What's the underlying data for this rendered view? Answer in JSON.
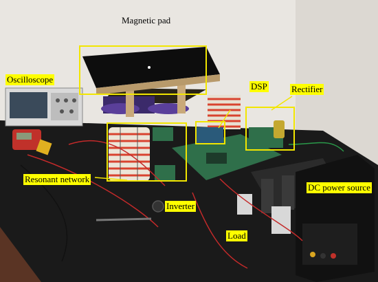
{
  "labels": {
    "magnetic_pad": "Magnetic pad",
    "oscilloscope": "Oscilloscope",
    "dsp": "DSP",
    "rectifier": "Rectifier",
    "resonant_network": "Resonant network",
    "inverter": "Inverter",
    "dc_power_source": "DC power source",
    "load": "Load"
  },
  "colors": {
    "label_background": "#ffff00",
    "highlight_box": "#f2e600",
    "wall": "#e9e6e1",
    "table": "#1a1a1a",
    "floor": "#5a3424",
    "coil_winding": "#d9432f",
    "pcb_green": "#2f6f4a"
  }
}
